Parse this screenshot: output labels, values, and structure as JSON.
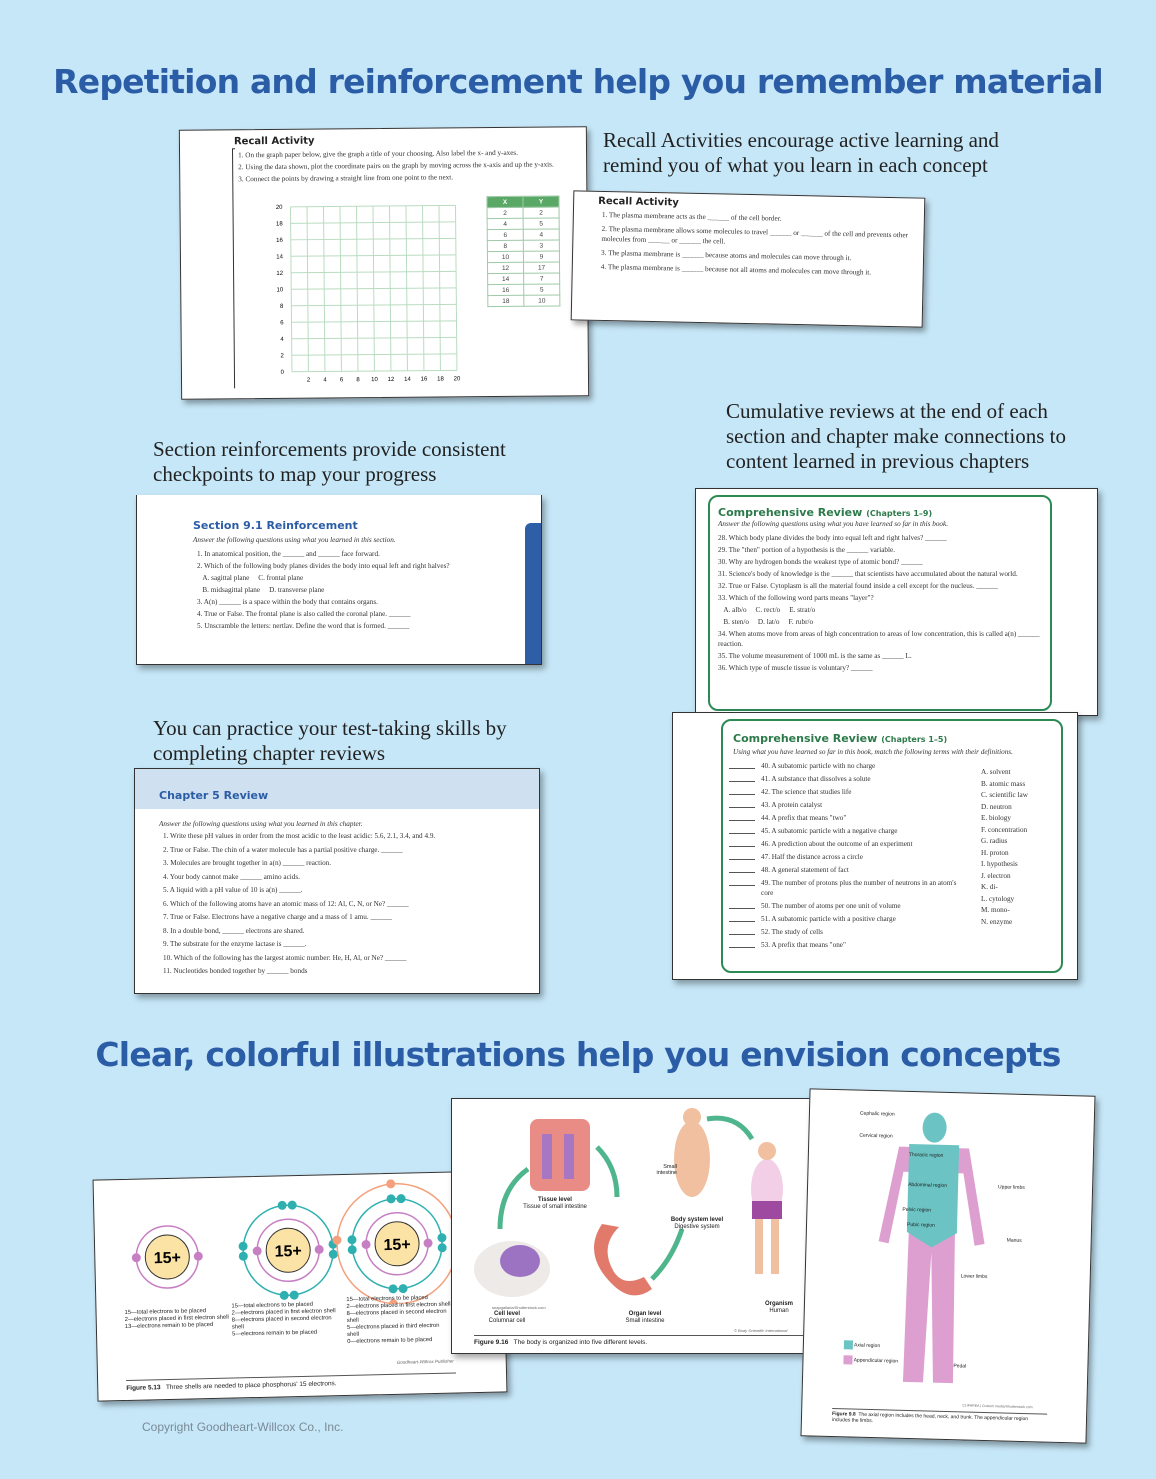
{
  "headings": {
    "top": "Repetition and reinforcement help you remember material",
    "bottom": "Clear, colorful illustrations help you envision concepts"
  },
  "captions": {
    "recall": "Recall Activities encourage active learning and remind you of what you learn in each concept",
    "cumulative": "Cumulative reviews at the end of each section and chapter make connections to content learned in previous chapters",
    "section": "Section reinforcements provide consistent checkpoints to map your progress",
    "practice": "You can practice your test-taking skills by completing chapter reviews"
  },
  "recall_graph": {
    "title": "Recall Activity",
    "steps": [
      "1. On the graph paper below, give the graph a title of your choosing. Also label the x- and y-axes.",
      "2. Using the data shown, plot the coordinate pairs on the graph by moving across the x-axis and up the y-axis.",
      "3. Connect the points by drawing a straight line from one point to the next."
    ],
    "chart_data": {
      "type": "table",
      "grid": true,
      "xlim": [
        0,
        20
      ],
      "ylim": [
        0,
        20
      ],
      "xticks": [
        2,
        4,
        6,
        8,
        10,
        12,
        14,
        16,
        18,
        20
      ],
      "yticks": [
        0,
        2,
        4,
        6,
        8,
        10,
        12,
        14,
        16,
        18,
        20
      ],
      "columns": [
        "X",
        "Y"
      ],
      "rows": [
        [
          2,
          2
        ],
        [
          4,
          5
        ],
        [
          6,
          4
        ],
        [
          8,
          3
        ],
        [
          10,
          9
        ],
        [
          12,
          17
        ],
        [
          14,
          7
        ],
        [
          16,
          5
        ],
        [
          18,
          10
        ]
      ]
    }
  },
  "recall_membrane": {
    "title": "Recall Activity",
    "items": [
      "1. The plasma membrane acts as the ______ of the cell border.",
      "2. The plasma membrane allows some molecules to travel ______ or ______ of the cell and prevents other molecules from ______ or ______ the cell.",
      "3. The plasma membrane is ______ because atoms and molecules can move through it.",
      "4. The plasma membrane is ______ because not all atoms and molecules can move through it."
    ]
  },
  "section_reinforcement": {
    "title": "Section 9.1 Reinforcement",
    "intro": "Answer the following questions using what you learned in this section.",
    "items": [
      "1. In anatomical position, the ______ and ______ face forward.",
      "2. Which of the following body planes divides the body into equal left and right halves?",
      "   A. sagittal plane     C. frontal plane",
      "   B. midsagittal plane     D. transverse plane",
      "3. A(n) ______ is a space within the body that contains organs.",
      "4. True or False. The frontal plane is also called the coronal plane. ______",
      "5. Unscramble the letters: nertlav. Define the word that is formed. ______"
    ]
  },
  "comp_review_1": {
    "title": "Comprehensive Review",
    "subtitle": "(Chapters 1–9)",
    "intro": "Answer the following questions using what you have learned so far in this book.",
    "items": [
      "28. Which body plane divides the body into equal left and right halves? ______",
      "29. The \"then\" portion of a hypothesis is the ______ variable.",
      "30. Why are hydrogen bonds the weakest type of atomic bond? ______",
      "31. Science's body of knowledge is the ______ that scientists have accumulated about the natural world.",
      "32. True or False. Cytoplasm is all the material found inside a cell except for the nucleus. ______",
      "33. Which of the following word parts means \"layer\"?",
      "   A. alb/o     C. rect/o     E. strat/o",
      "   B. sten/o     D. lat/o     F. rubr/o",
      "34. When atoms move from areas of high concentration to areas of low concentration, this is called a(n) ______ reaction.",
      "35. The volume measurement of 1000 mL is the same as ______ L.",
      "36. Which type of muscle tissue is voluntary? ______"
    ]
  },
  "chapter_review": {
    "title": "Chapter 5 Review",
    "intro": "Answer the following questions using what you learned in this chapter.",
    "items": [
      "1. Write these pH values in order from the most acidic to the least acidic: 5.6, 2.1, 3.4, and 4.9.",
      "2. True or False. The chin of a water molecule has a partial positive charge. ______",
      "3. Molecules are brought together in a(n) ______ reaction.",
      "4. Your body cannot make ______ amino acids.",
      "5. A liquid with a pH value of 10 is a(n) ______.",
      "6. Which of the following atoms have an atomic mass of 12: Al, C, N, or Ne? ______",
      "7. True or False. Electrons have a negative charge and a mass of 1 amu. ______",
      "8. In a double bond, ______ electrons are shared.",
      "9. The substrate for the enzyme lactase is ______.",
      "10. Which of the following has the largest atomic number: He, H, Al, or Ne? ______",
      "11. Nucleotides bonded together by ______ bonds"
    ]
  },
  "comp_review_2": {
    "title": "Comprehensive Review",
    "subtitle": "(Chapters 1–5)",
    "intro": "Using what you have learned so far in this book, match the following terms with their definitions.",
    "items": [
      "40. A subatomic particle with no charge",
      "41. A substance that dissolves a solute",
      "42. The science that studies life",
      "43. A protein catalyst",
      "44. A prefix that means \"two\"",
      "45. A subatomic particle with a negative charge",
      "46. A prediction about the outcome of an experiment",
      "47. Half the distance across a circle",
      "48. A general statement of fact",
      "49. The number of protons plus the number of neutrons in an atom's core",
      "50. The number of atoms per one unit of volume",
      "51. A subatomic particle with a positive charge",
      "52. The study of cells",
      "53. A prefix that means \"one\""
    ],
    "terms": [
      "A. solvent",
      "B. atomic mass",
      "C. scientific law",
      "D. neutron",
      "E. biology",
      "F. concentration",
      "G. radius",
      "H. proton",
      "I. hypothesis",
      "J. electron",
      "K. di-",
      "L. cytology",
      "M. mono-",
      "N. enzyme"
    ]
  },
  "atoms_figure": {
    "nucleus": "15+",
    "captions": [
      [
        "15—total electrons to be placed",
        "2—electrons placed in first electron shell",
        "13—electrons remain to be placed"
      ],
      [
        "15—total electrons to be placed",
        "2—electrons placed in first electron shell",
        "8—electrons placed in second electron shell",
        "5—electrons remain to be placed"
      ],
      [
        "15—total electrons to be placed",
        "2—electrons placed in first electron shell",
        "8—electrons placed in second electron shell",
        "5—electrons placed in third electron shell",
        "0—electrons remain to be placed"
      ]
    ],
    "credit": "Goodheart-Willcox Publisher",
    "figure_label": "Figure 5.13",
    "figure_text": "Three shells are needed to place phosphorus' 15 electrons.",
    "colors": {
      "nucleus": "#fbe3a6",
      "shell1": "#c77fc4",
      "shell2": "#2fb0b0",
      "shell3": "#f4a07c"
    }
  },
  "levels_figure": {
    "labels": [
      {
        "title": "Tissue level",
        "sub": "Tissue of small intestine"
      },
      {
        "title": "Body system level",
        "sub": "Digestive system"
      },
      {
        "title": "Cell level",
        "sub": "Columnar cell"
      },
      {
        "title": "Organ level",
        "sub": "Small intestine"
      },
      {
        "title": "Organism",
        "sub": "Human"
      }
    ],
    "pointer": "Small intestine",
    "credit1": "snapgallaria/Shutterstock.com",
    "credit2": "© Body Scientific International",
    "figure_label": "Figure 9.16",
    "figure_text": "The body is organized into five different levels."
  },
  "body_figure": {
    "regions": [
      "Cephalic region",
      "Cervical region",
      "Thoracic region",
      "Abdominal region",
      "Pelvic region",
      "Pubic region",
      "Upper limbs",
      "Manus",
      "Lower limbs",
      "Pedal"
    ],
    "legend": [
      "Axial region",
      "Appendicular region"
    ],
    "credit": "CLIPAREA | Custom media/Shutterstock.com",
    "figure_label": "Figure 9.8",
    "figure_text": "The axial region includes the head, neck, and trunk. The appendicular region includes the limbs.",
    "colors": {
      "axial": "#6cc3c4",
      "appendicular": "#dd9fd0"
    }
  },
  "copyright": "Copyright Goodheart-Willcox Co., Inc."
}
